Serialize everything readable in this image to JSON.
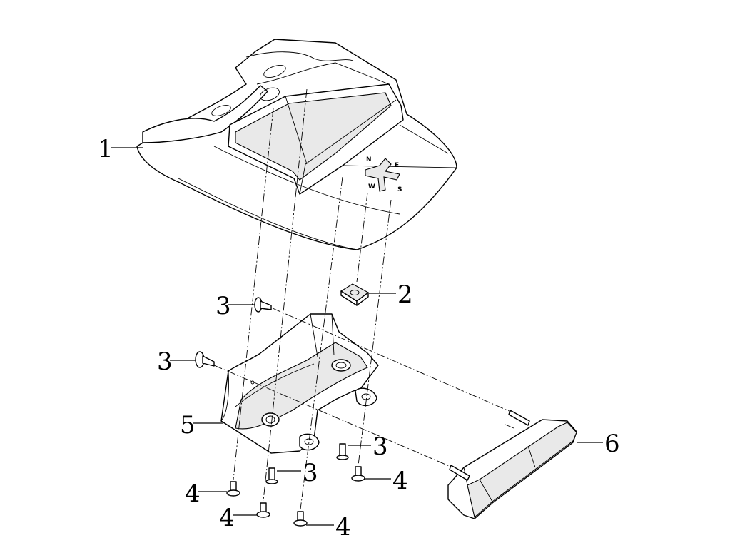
{
  "callouts": {
    "c1": "1",
    "c2": "2",
    "c3a": "3",
    "c3b": "3",
    "c3c": "3",
    "c3d": "3",
    "c4a": "4",
    "c4b": "4",
    "c4c": "4",
    "c4d": "4",
    "c5": "5",
    "c6": "6"
  },
  "compass": {
    "n": "N",
    "e": "E",
    "s": "S",
    "w": "W"
  },
  "icons": {
    "fender": "rear-fender-icon",
    "clip": "speed-nut-icon",
    "bracket": "license-bracket-icon",
    "light": "tail-light-icon",
    "screw": "screw-icon",
    "bolt": "bolt-icon"
  }
}
